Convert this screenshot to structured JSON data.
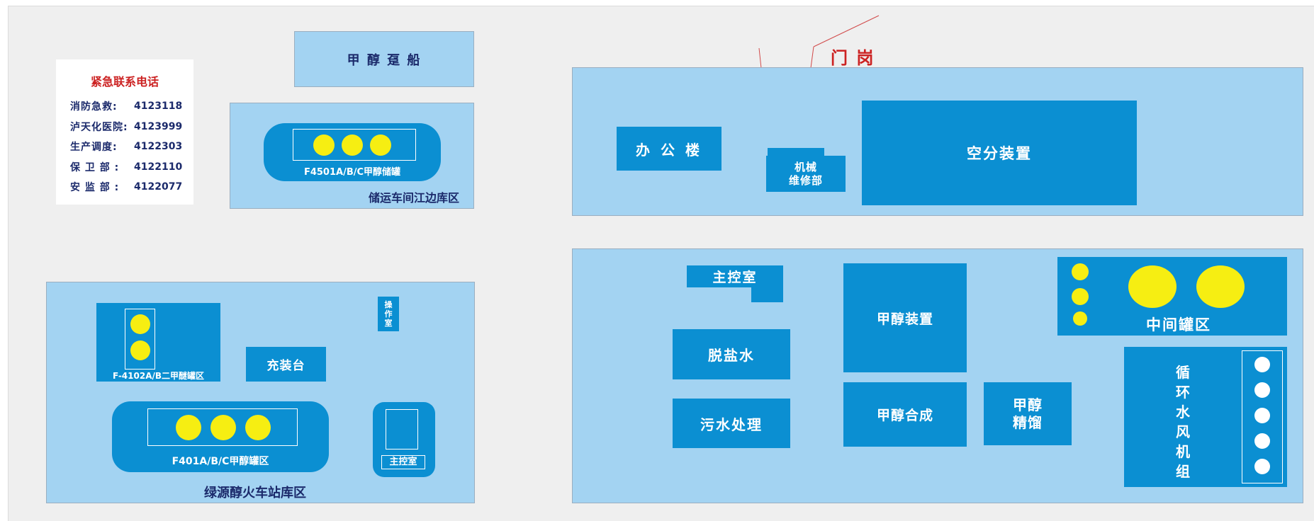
{
  "contact": {
    "title": "紧急联系电话",
    "rows": [
      {
        "label": "消防急救:",
        "number": "4123118"
      },
      {
        "label": "泸天化医院:",
        "number": "4123999"
      },
      {
        "label": "生产调度:",
        "number": "4122303"
      },
      {
        "label": "保 卫 部 :",
        "number": "4122110"
      },
      {
        "label": "安 监 部 :",
        "number": "4122077"
      }
    ]
  },
  "labels": {
    "methanol_ship": "甲 醇 趸 船",
    "f4501_tanks": "F4501A/B/C甲醇储罐",
    "riverside_zone": "储运车间江边库区",
    "gate": "门 岗",
    "office": "办 公 楼",
    "mech_repair_1": "机械",
    "mech_repair_2": "维修部",
    "air_separation": "空分装置",
    "operation_room": "操作室",
    "f4102_tanks": "F-4102A/B二甲醚罐区",
    "filling_station": "充装台",
    "f401_tanks": "F401A/B/C甲醇罐区",
    "main_control_small": "主控室",
    "railway_zone": "绿源醇火车站库区",
    "main_control_room": "主控室",
    "desalted_water": "脱盐水",
    "sewage_treatment": "污水处理",
    "methanol_unit": "甲醇装置",
    "methanol_synthesis": "甲醇合成",
    "methanol_distill_1": "甲醇",
    "methanol_distill_2": "精馏",
    "intermediate_tanks": "中间罐区",
    "cooling_fan": "循环水风机组"
  },
  "colors": {
    "zone_fill": "#a3d3f2",
    "building_fill": "#0b8fd2",
    "tank_yellow": "#f6ee12",
    "title_red": "#cc2222",
    "text_navy": "#1b2a6b"
  }
}
